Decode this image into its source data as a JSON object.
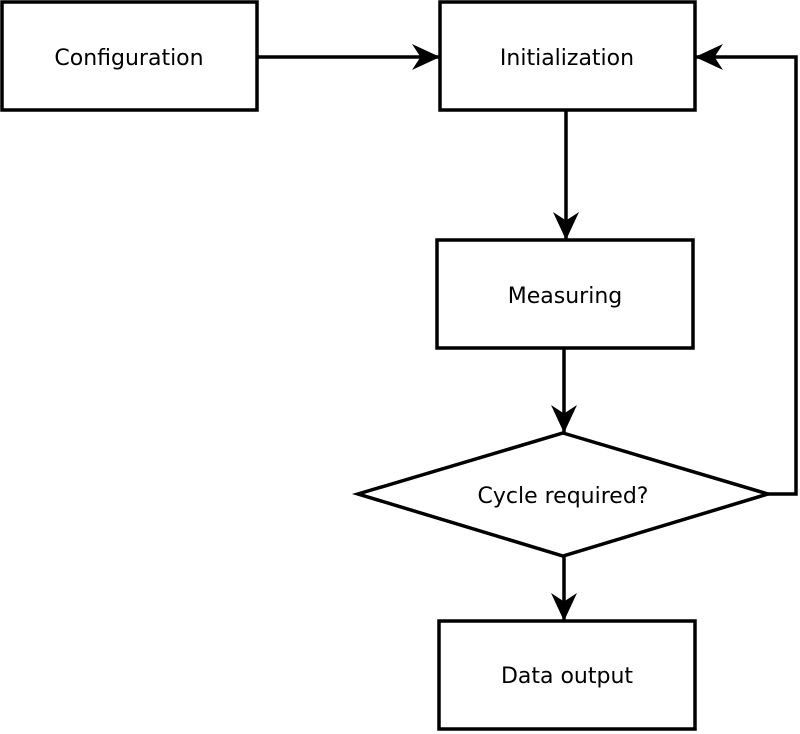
{
  "diagram": {
    "type": "flowchart",
    "background_color": "#ffffff",
    "stroke_color": "#000000",
    "node_fill_color": "#ffffff",
    "nodes": {
      "configuration": {
        "label": "Configuration",
        "shape": "rectangle"
      },
      "initialization": {
        "label": "Initialization",
        "shape": "rectangle"
      },
      "measuring": {
        "label": "Measuring",
        "shape": "rectangle"
      },
      "cycle_decision": {
        "label": "Cycle required?",
        "shape": "diamond"
      },
      "data_output": {
        "label": "Data output",
        "shape": "rectangle"
      }
    },
    "edges": [
      {
        "from": "configuration",
        "to": "initialization"
      },
      {
        "from": "initialization",
        "to": "measuring"
      },
      {
        "from": "measuring",
        "to": "cycle_decision"
      },
      {
        "from": "cycle_decision",
        "to": "data_output"
      },
      {
        "from": "cycle_decision",
        "to": "initialization"
      }
    ]
  }
}
